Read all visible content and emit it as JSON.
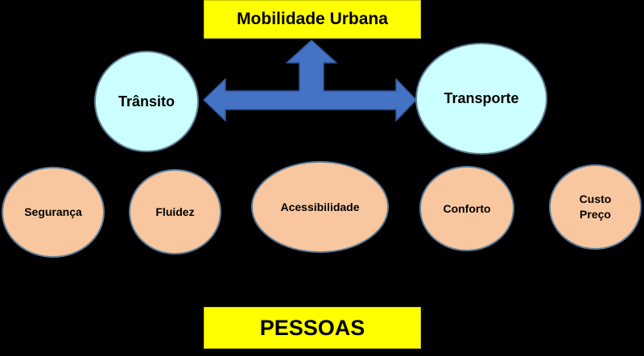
{
  "diagram": {
    "title": "Mobilidade Urbana",
    "footer": "PESSOAS",
    "pillars": {
      "left": "Trânsito",
      "right": "Transporte"
    },
    "attributes": [
      {
        "label": "Segurança"
      },
      {
        "label": "Fluidez"
      },
      {
        "label": "Acessibilidade"
      },
      {
        "label": "Conforto"
      },
      {
        "label_lines": [
          "Custo",
          "Preço"
        ]
      }
    ],
    "colors": {
      "background": "#000000",
      "title_box": "#ffff00",
      "arrow": "#4472c4",
      "pillar_fill": "#ccffff",
      "attribute_fill": "#f9c79f"
    }
  }
}
